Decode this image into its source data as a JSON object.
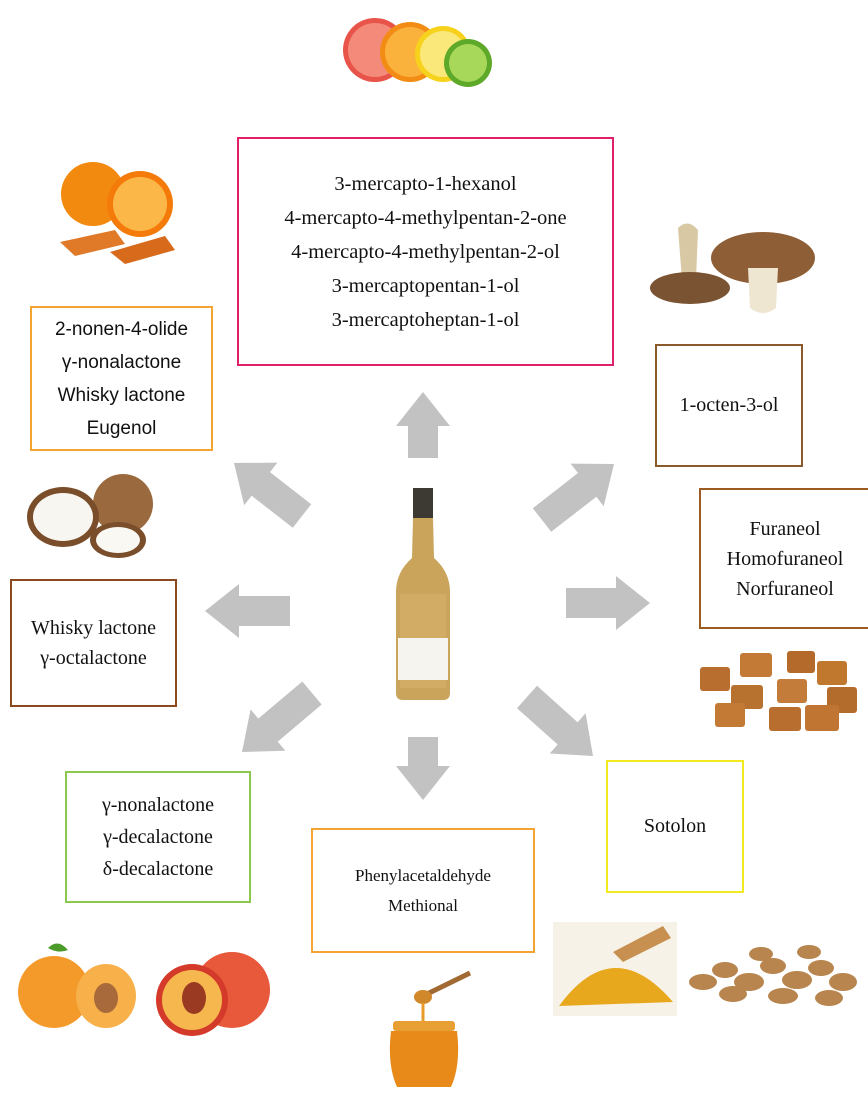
{
  "colors": {
    "thiols": "#e0206a",
    "oak_lactones_top": "#f4a430",
    "mushroom": "#8b5a2b",
    "furanones": "#9c5b23",
    "oak_lactones_left": "#8b4a1e",
    "fruit_lactones": "#8cc850",
    "aldehydes": "#f4a430",
    "sotolon": "#f2ea1e",
    "arrow": "#c2c2c2"
  },
  "boxes": {
    "thiols": {
      "lines": [
        "3-mercapto-1-hexanol",
        "4-mercapto-4-methylpentan-2-one",
        "4-mercapto-4-methylpentan-2-ol",
        "3-mercaptopentan-1-ol",
        "3-mercaptoheptan-1-ol"
      ],
      "icon": "citrus-slices-icon"
    },
    "oak_top": {
      "lines": [
        "2-nonen-4-olide",
        "γ-nonalactone",
        "Whisky lactone",
        "Eugenol"
      ],
      "icon": "orange-peel-icon"
    },
    "mushroom": {
      "lines": [
        "1-octen-3-ol"
      ],
      "icon": "mushroom-icon"
    },
    "furanones": {
      "lines": [
        "Furaneol",
        "Homofuraneol",
        "Norfuraneol"
      ],
      "icon": "caramel-icon"
    },
    "oak_left": {
      "lines": [
        "Whisky lactone",
        "γ-octalactone"
      ],
      "icon": "coconut-icon"
    },
    "fruit": {
      "lines": [
        "γ-nonalactone",
        "γ-decalactone",
        "δ-decalactone"
      ],
      "icon": "apricot-peach-icon"
    },
    "aldehydes": {
      "lines": [
        "Phenylacetaldehyde",
        "Methional"
      ],
      "icon": "honey-icon"
    },
    "sotolon": {
      "lines": [
        "Sotolon"
      ],
      "icon": "curry-nuts-icon"
    }
  },
  "center": {
    "icon": "wine-bottle-icon"
  }
}
